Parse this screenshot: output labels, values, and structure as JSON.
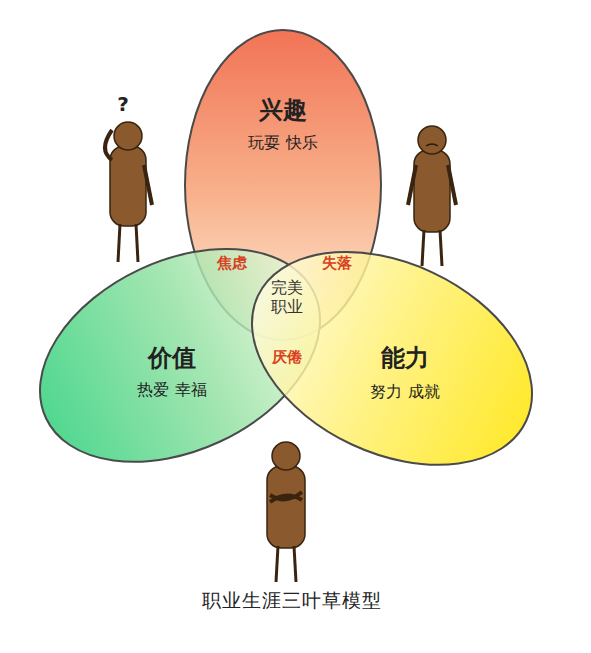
{
  "diagram": {
    "caption": "职业生涯三叶草模型",
    "nodes": [
      {
        "text": [
          "兴趣",
          "玩耍 快乐"
        ]
      },
      {
        "text": [
          "价值",
          "热爱 幸福"
        ]
      },
      {
        "text": [
          "能力",
          "努力 成就"
        ]
      }
    ],
    "labels": [
      "?",
      "焦虑",
      "失落",
      "厌倦",
      "完美 职业"
    ]
  }
}
